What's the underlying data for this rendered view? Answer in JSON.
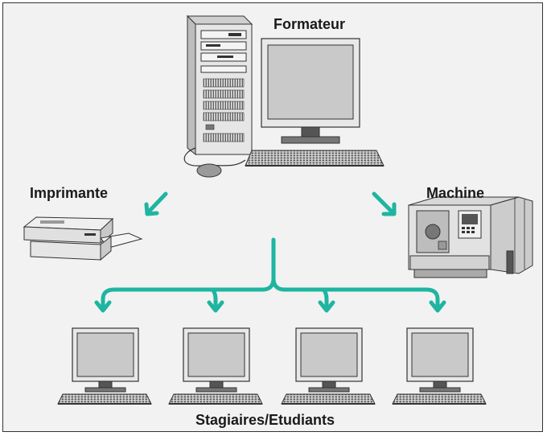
{
  "labels": {
    "trainer": "Formateur",
    "printer": "Imprimante",
    "machine": "Machine",
    "students": "Stagiaires/Etudiants"
  },
  "colors": {
    "arrow": "#1fb5a0",
    "screen": "#c9c9c9",
    "device_body": "#e4e4e4",
    "outline": "#333333"
  },
  "icons": [
    "tower-pc-icon",
    "monitor-icon",
    "keyboard-icon",
    "mouse-icon",
    "printer-icon",
    "cnc-machine-icon"
  ],
  "student_workstations": 4
}
